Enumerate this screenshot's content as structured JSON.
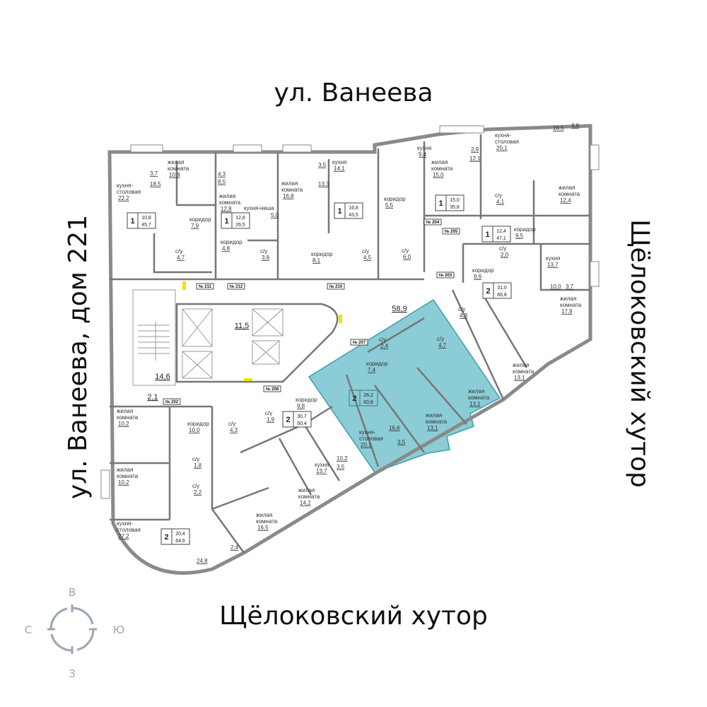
{
  "streets": {
    "top": "ул. Ванеева",
    "left": "ул. Ванеева, дом 221",
    "right": "Щёлоковский хутор",
    "bottom": "Щёлоковский хутор"
  },
  "compass": {
    "north": "В",
    "east": "Ю",
    "south": "З",
    "west": "С"
  },
  "colors": {
    "highlight": "#5ab7c4",
    "compass": "#9aa6b2",
    "door_marker": "#f2e200"
  },
  "common_areas": [
    "58,9",
    "11,5",
    "14,6",
    "2,1"
  ],
  "doors": [
    "№ 211",
    "№ 212",
    "№ 210",
    "№ 204",
    "№ 205",
    "№ 203",
    "№ 207",
    "№ 208",
    "№ 202"
  ],
  "apartments": [
    {
      "rooms_count": "1",
      "living": "10,8",
      "total": "45,7",
      "highlighted": false,
      "rooms": [
        {
          "name": [
            "жилая",
            "комната"
          ],
          "area": "10,8"
        },
        {
          "name": [
            "кухня-",
            "столовая"
          ],
          "area": "22,2"
        },
        {
          "name": [
            "коридор"
          ],
          "area": "7,9"
        },
        {
          "name": [
            "с/у"
          ],
          "area": "4,7"
        }
      ],
      "dims": [
        "3,7",
        "18,5"
      ]
    },
    {
      "rooms_count": "1",
      "living": "12,8",
      "total": "26,5",
      "highlighted": false,
      "rooms": [
        {
          "name": [
            "жилая",
            "комната"
          ],
          "area": "12,8"
        },
        {
          "name": [
            "кухня-ниша"
          ],
          "area": "5,0"
        },
        {
          "name": [
            "коридор"
          ],
          "area": "4,8"
        },
        {
          "name": [
            "с/у"
          ],
          "area": "3,8"
        }
      ],
      "dims": [
        "4,3",
        "8,5"
      ]
    },
    {
      "rooms_count": "1",
      "living": "16,8",
      "total": "43,5",
      "highlighted": false,
      "rooms": [
        {
          "name": [
            "жилая",
            "комната"
          ],
          "area": "16,8"
        },
        {
          "name": [
            "кухня"
          ],
          "area": "14,1"
        },
        {
          "name": [
            "коридор"
          ],
          "area": "8,1"
        },
        {
          "name": [
            "с/у"
          ],
          "area": "4,5"
        }
      ],
      "dims": [
        "3,5",
        "13,3"
      ]
    },
    {
      "rooms_count": "1",
      "living": "15,0",
      "total": "35,8",
      "highlighted": false,
      "rooms": [
        {
          "name": [
            "кухня"
          ],
          "area": "9,4"
        },
        {
          "name": [
            "жилая",
            "комната"
          ],
          "area": "15,0"
        },
        {
          "name": [
            "коридор"
          ],
          "area": "5,5"
        },
        {
          "name": [
            "с/у"
          ],
          "area": "6,0"
        }
      ],
      "dims": [
        "2,9",
        "12,1"
      ]
    },
    {
      "rooms_count": "1",
      "living": "12,4",
      "total": "47,1",
      "highlighted": false,
      "rooms": [
        {
          "name": [
            "кухня-",
            "столовая"
          ],
          "area": "20,1"
        },
        {
          "name": [
            "жилая",
            "комната"
          ],
          "area": "12,4"
        },
        {
          "name": [
            "с/у"
          ],
          "area": "4,1"
        },
        {
          "name": [
            "коридор"
          ],
          "area": "9,5"
        }
      ],
      "dims": [
        "16,5",
        "4,6"
      ]
    },
    {
      "rooms_count": "2",
      "living": "31,0",
      "total": "66,8",
      "highlighted": false,
      "rooms": [
        {
          "name": [
            "кухня"
          ],
          "area": "13,7"
        },
        {
          "name": [
            "с/у"
          ],
          "area": "2,0"
        },
        {
          "name": [
            "коридор"
          ],
          "area": "9,9"
        },
        {
          "name": [
            "жилая",
            "комната"
          ],
          "area": "17,9"
        },
        {
          "name": [
            "с/у"
          ],
          "area": "4,3"
        },
        {
          "name": [
            "жилая",
            "комната"
          ],
          "area": "13,1"
        }
      ],
      "dims": [
        "10,0",
        "3,7"
      ]
    },
    {
      "rooms_count": "2",
      "living": "26,2",
      "total": "60,8",
      "highlighted": true,
      "rooms": [
        {
          "name": [
            "коридор"
          ],
          "area": "7,4"
        },
        {
          "name": [
            "с/у"
          ],
          "area": "2,4"
        },
        {
          "name": [
            "с/у"
          ],
          "area": "4,7"
        },
        {
          "name": [
            "жилая",
            "комната"
          ],
          "area": "13,1"
        },
        {
          "name": [
            "жилая",
            "комната"
          ],
          "area": "13,1"
        },
        {
          "name": [
            "кухня-",
            "столовая"
          ],
          "area": "20,1"
        }
      ],
      "dims": [
        "16,6",
        "3,5"
      ]
    },
    {
      "rooms_count": "2",
      "living": "30,7",
      "total": "60,4",
      "highlighted": false,
      "rooms": [
        {
          "name": [
            "коридор"
          ],
          "area": "9,8"
        },
        {
          "name": [
            "с/у"
          ],
          "area": "1,9"
        },
        {
          "name": [
            "с/у"
          ],
          "area": "4,3"
        },
        {
          "name": [
            "кухня"
          ],
          "area": "13,7"
        },
        {
          "name": [
            "жилая",
            "комната"
          ],
          "area": "14,2"
        },
        {
          "name": [
            "жилая",
            "комната"
          ],
          "area": "16,5"
        }
      ],
      "dims": [
        "10,2",
        "3,5"
      ]
    },
    {
      "rooms_count": "2",
      "living": "20,4",
      "total": "64,6",
      "highlighted": false,
      "rooms": [
        {
          "name": [
            "жилая",
            "комната"
          ],
          "area": "10,2"
        },
        {
          "name": [
            "коридор"
          ],
          "area": "10,0"
        },
        {
          "name": [
            "с/у"
          ],
          "area": "1,8"
        },
        {
          "name": [
            "жилая",
            "комната"
          ],
          "area": "10,2"
        },
        {
          "name": [
            "с/у"
          ],
          "area": "2,2"
        },
        {
          "name": [
            "кухня-",
            "столовая"
          ],
          "area": "27,2"
        }
      ],
      "dims": [
        "24,8",
        "2,4"
      ]
    }
  ]
}
